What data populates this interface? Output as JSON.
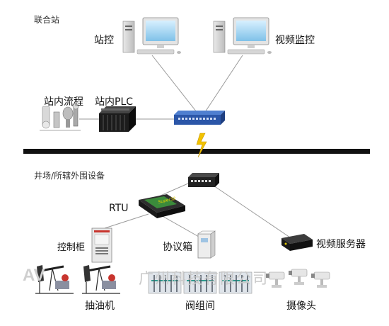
{
  "areas": {
    "station": "联合站",
    "well_site": "井场/所辖外围设备"
  },
  "labels": {
    "station_control": "站控",
    "video_monitor": "视频监控",
    "station_process": "站内流程",
    "station_plc": "站内PLC",
    "rtu": "RTU",
    "control_cabinet": "控制柜",
    "protocol_box": "协议箱",
    "video_server": "视频服务器",
    "pump_unit": "抽油机",
    "valve_group": "阀组间",
    "camera": "摄像头"
  },
  "rtu_brand": "Super32",
  "watermark": {
    "logo": "AV",
    "text": "广州科技有限公司"
  },
  "colors": {
    "network_line": "#9a9a9a",
    "backbone": "#111111",
    "switch": "#2b56a8",
    "wireless": "#f2c200",
    "monitor_screen": "#9fd3f0"
  }
}
